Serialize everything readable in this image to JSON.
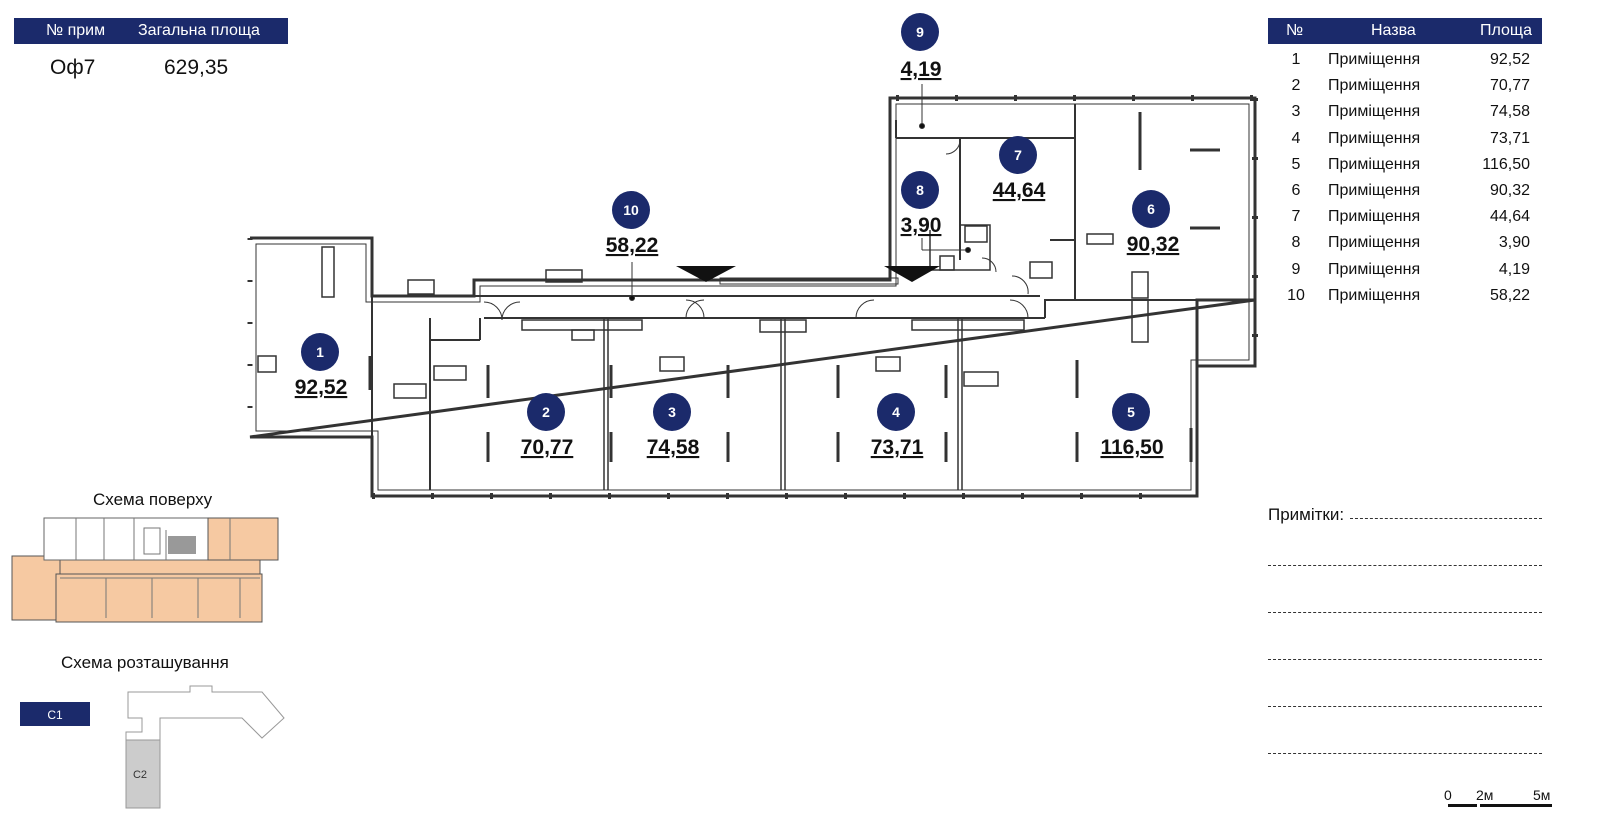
{
  "summary": {
    "col_no": "№ прим",
    "col_area": "Загальна площа",
    "unit": "Оф7",
    "total_area": "629,35"
  },
  "rooms_table": {
    "col_no": "№",
    "col_name": "Назва",
    "col_area": "Площа",
    "rows": [
      {
        "no": "1",
        "name": "Приміщення",
        "area": "92,52"
      },
      {
        "no": "2",
        "name": "Приміщення",
        "area": "70,77"
      },
      {
        "no": "3",
        "name": "Приміщення",
        "area": "74,58"
      },
      {
        "no": "4",
        "name": "Приміщення",
        "area": "73,71"
      },
      {
        "no": "5",
        "name": "Приміщення",
        "area": "116,50"
      },
      {
        "no": "6",
        "name": "Приміщення",
        "area": "90,32"
      },
      {
        "no": "7",
        "name": "Приміщення",
        "area": "44,64"
      },
      {
        "no": "8",
        "name": "Приміщення",
        "area": "3,90"
      },
      {
        "no": "9",
        "name": "Приміщення",
        "area": "4,19"
      },
      {
        "no": "10",
        "name": "Приміщення",
        "area": "58,22"
      }
    ]
  },
  "plan": {
    "labels": [
      {
        "no": "1",
        "area": "92,52"
      },
      {
        "no": "2",
        "area": "70,77"
      },
      {
        "no": "3",
        "area": "74,58"
      },
      {
        "no": "4",
        "area": "73,71"
      },
      {
        "no": "5",
        "area": "116,50"
      },
      {
        "no": "6",
        "area": "90,32"
      },
      {
        "no": "7",
        "area": "44,64"
      },
      {
        "no": "8",
        "area": "3,90"
      },
      {
        "no": "9",
        "area": "4,19"
      },
      {
        "no": "10",
        "area": "58,22"
      }
    ]
  },
  "notes_label": "Примітки:",
  "floor_scheme_caption": "Схема поверху",
  "location_scheme_caption": "Схема розташування",
  "location_sections": {
    "current": "С1",
    "other": "С2"
  },
  "scale": {
    "zero": "0",
    "mid": "2м",
    "end": "5м"
  },
  "colors": {
    "brand": "#1b2a6b",
    "highlight": "#f6c9a2"
  }
}
